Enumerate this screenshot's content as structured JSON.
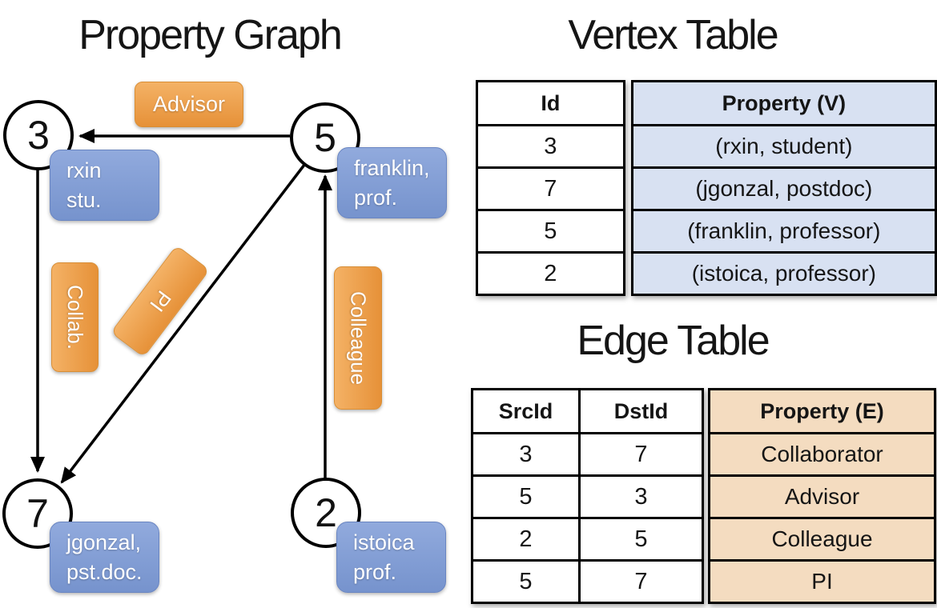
{
  "colors": {
    "pill-light": "#F4B266",
    "pill-dark": "#E69138",
    "pill-border": "#D98E35",
    "nodebox-light": "#91AADD",
    "nodebox-dark": "#7693CD",
    "nodebox-border": "#6985C2",
    "vfill": "#D8E1F2",
    "efill": "#F4DCC0",
    "edge-line": "#000000"
  },
  "graph": {
    "title": "Property Graph",
    "nodes": [
      {
        "id": "3",
        "prop_line1": "rxin",
        "prop_line2": "stu."
      },
      {
        "id": "5",
        "prop_line1": "franklin,",
        "prop_line2": "prof."
      },
      {
        "id": "7",
        "prop_line1": "jgonzal,",
        "prop_line2": "pst.doc."
      },
      {
        "id": "2",
        "prop_line1": "istoica",
        "prop_line2": "prof."
      }
    ],
    "edge_labels": {
      "advisor": "Advisor",
      "collab": "Collab.",
      "pi": "PI",
      "colleague": "Colleague"
    }
  },
  "vertex_table": {
    "title": "Vertex Table",
    "col_id": "Id",
    "col_property": "Property (V)",
    "rows": [
      {
        "id": "3",
        "property": "(rxin, student)"
      },
      {
        "id": "7",
        "property": "(jgonzal, postdoc)"
      },
      {
        "id": "5",
        "property": "(franklin, professor)"
      },
      {
        "id": "2",
        "property": "(istoica, professor)"
      }
    ]
  },
  "edge_table": {
    "title": "Edge Table",
    "col_src": "SrcId",
    "col_dst": "DstId",
    "col_property": "Property (E)",
    "rows": [
      {
        "src": "3",
        "dst": "7",
        "property": "Collaborator"
      },
      {
        "src": "5",
        "dst": "3",
        "property": "Advisor"
      },
      {
        "src": "2",
        "dst": "5",
        "property": "Colleague"
      },
      {
        "src": "5",
        "dst": "7",
        "property": "PI"
      }
    ]
  }
}
